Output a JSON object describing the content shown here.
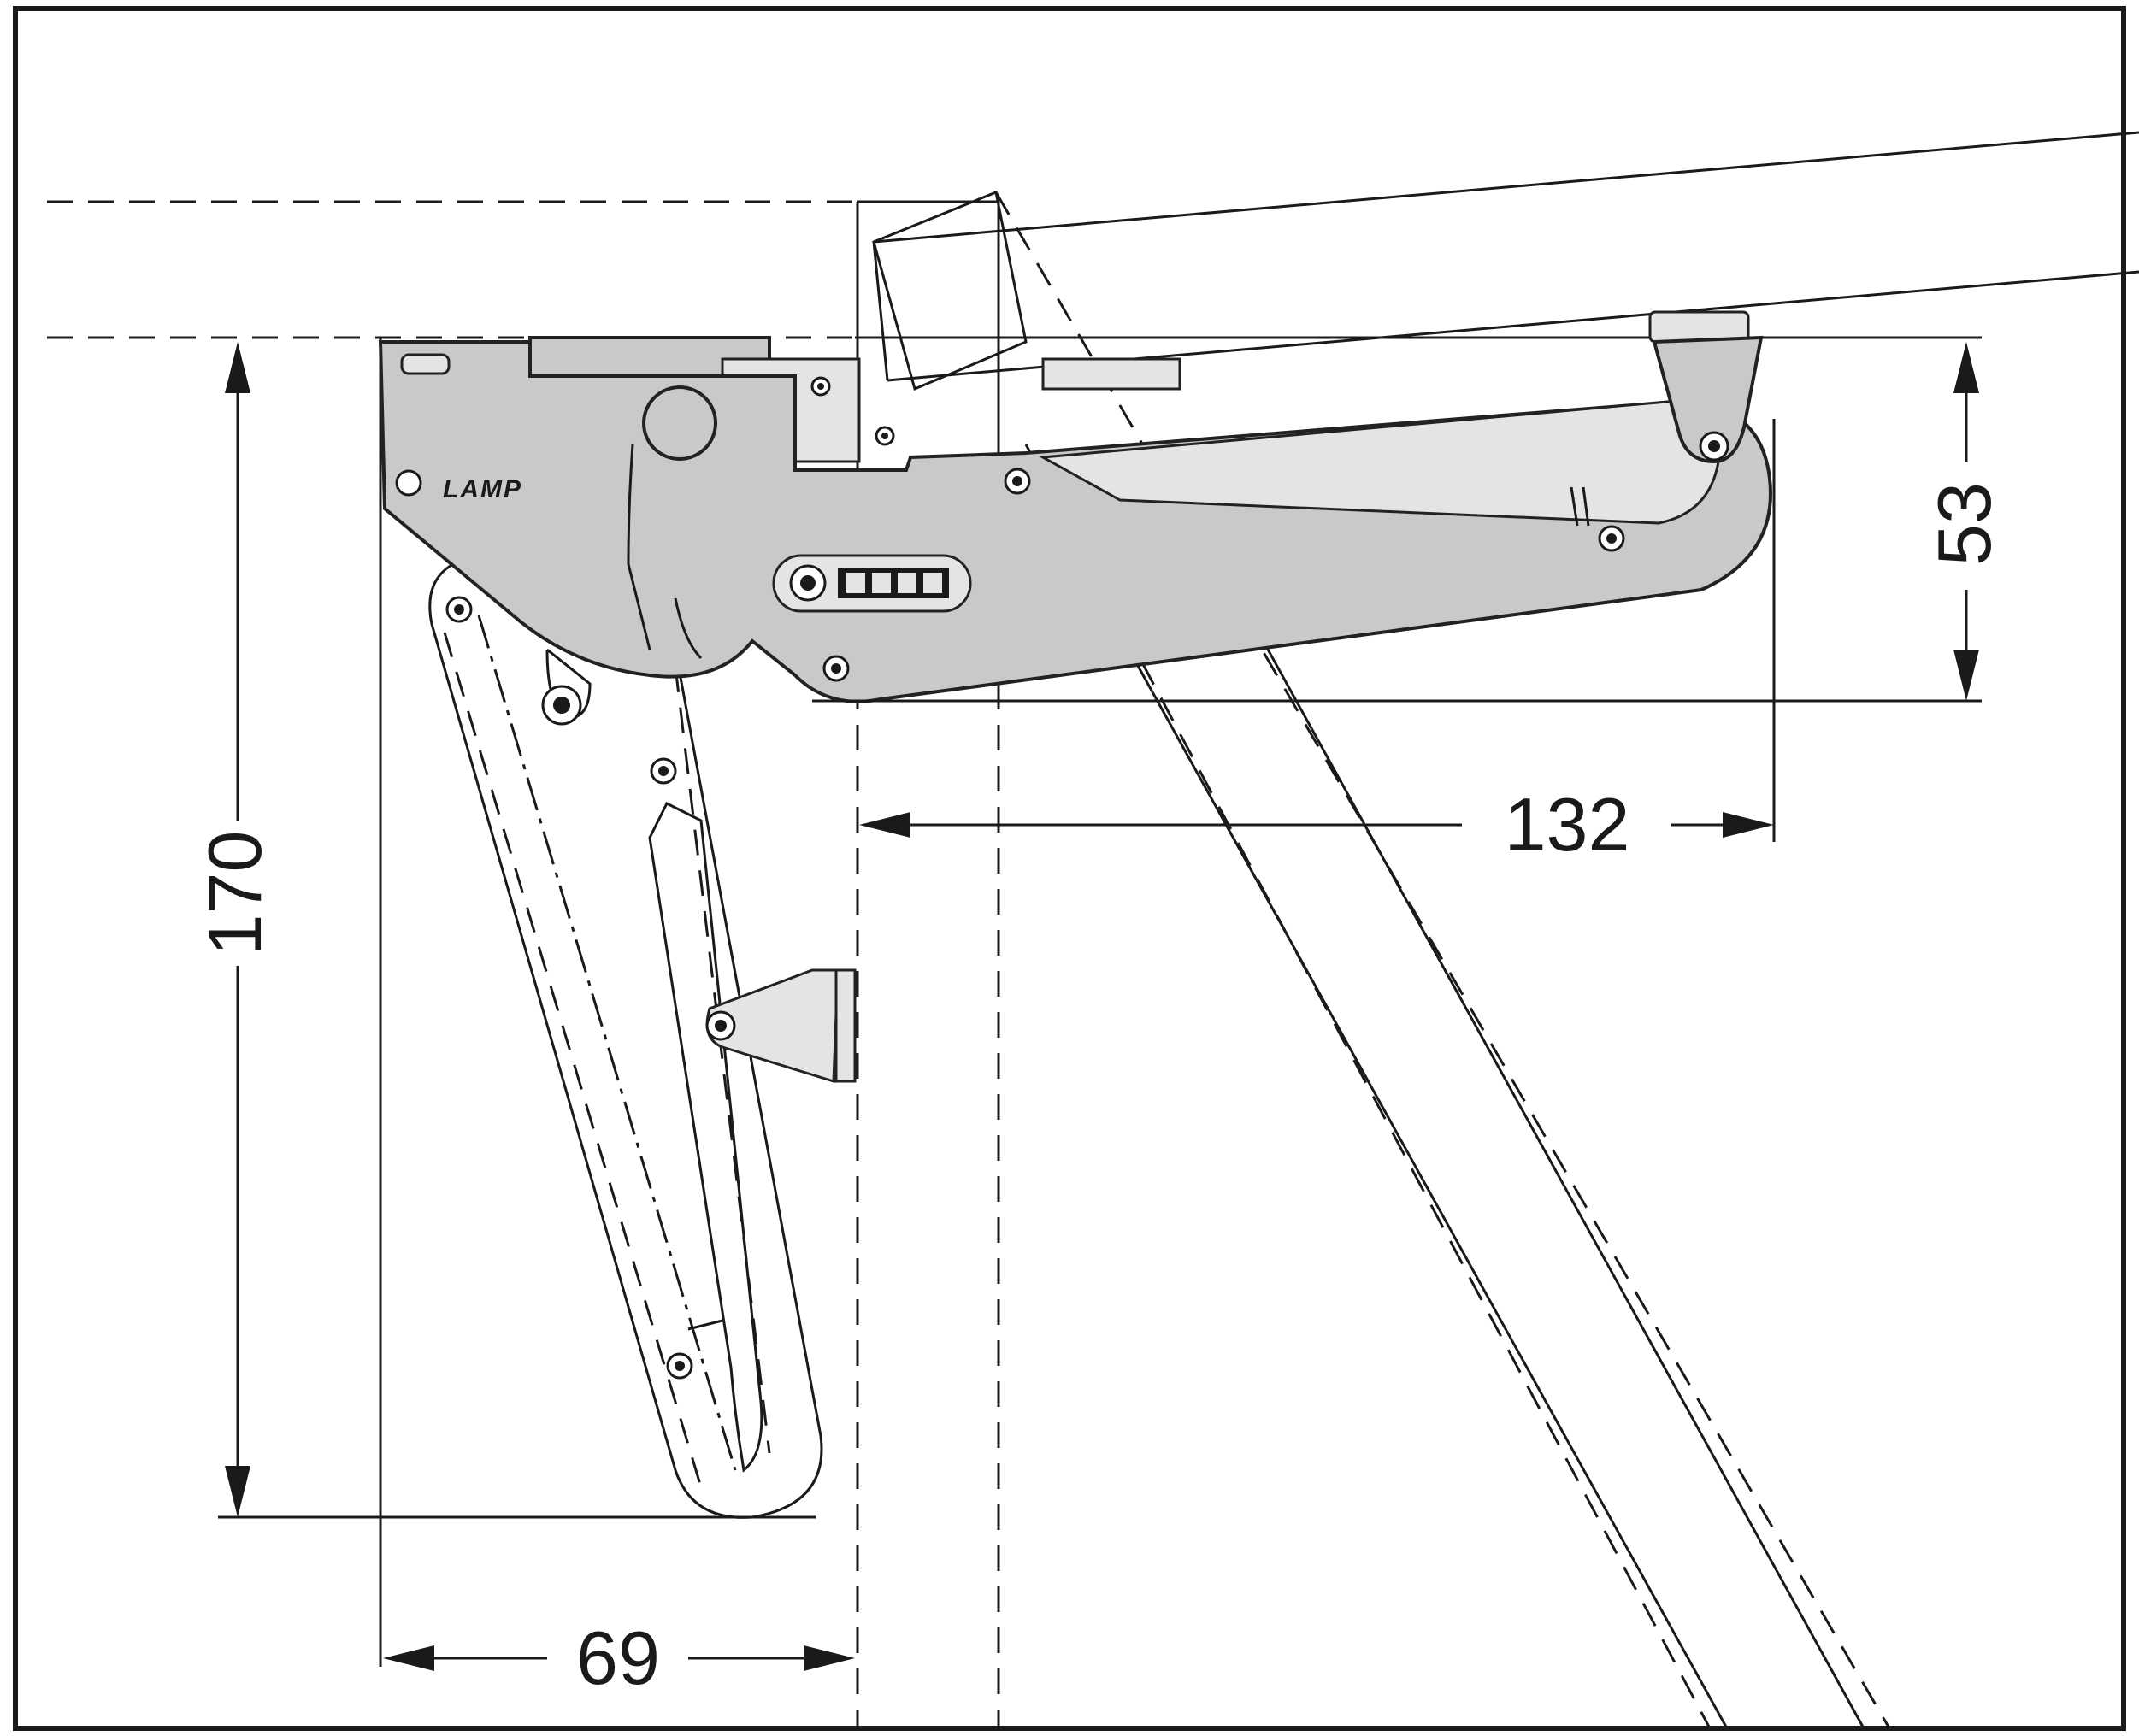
{
  "dimensions": {
    "height_total": "170",
    "height_arm": "53",
    "reach": "132",
    "depth": "69"
  },
  "brand": {
    "label": "LAMP"
  },
  "colors": {
    "part_fill": "#c9c9c9",
    "line": "#1a1a1a",
    "background": "#ffffff"
  }
}
